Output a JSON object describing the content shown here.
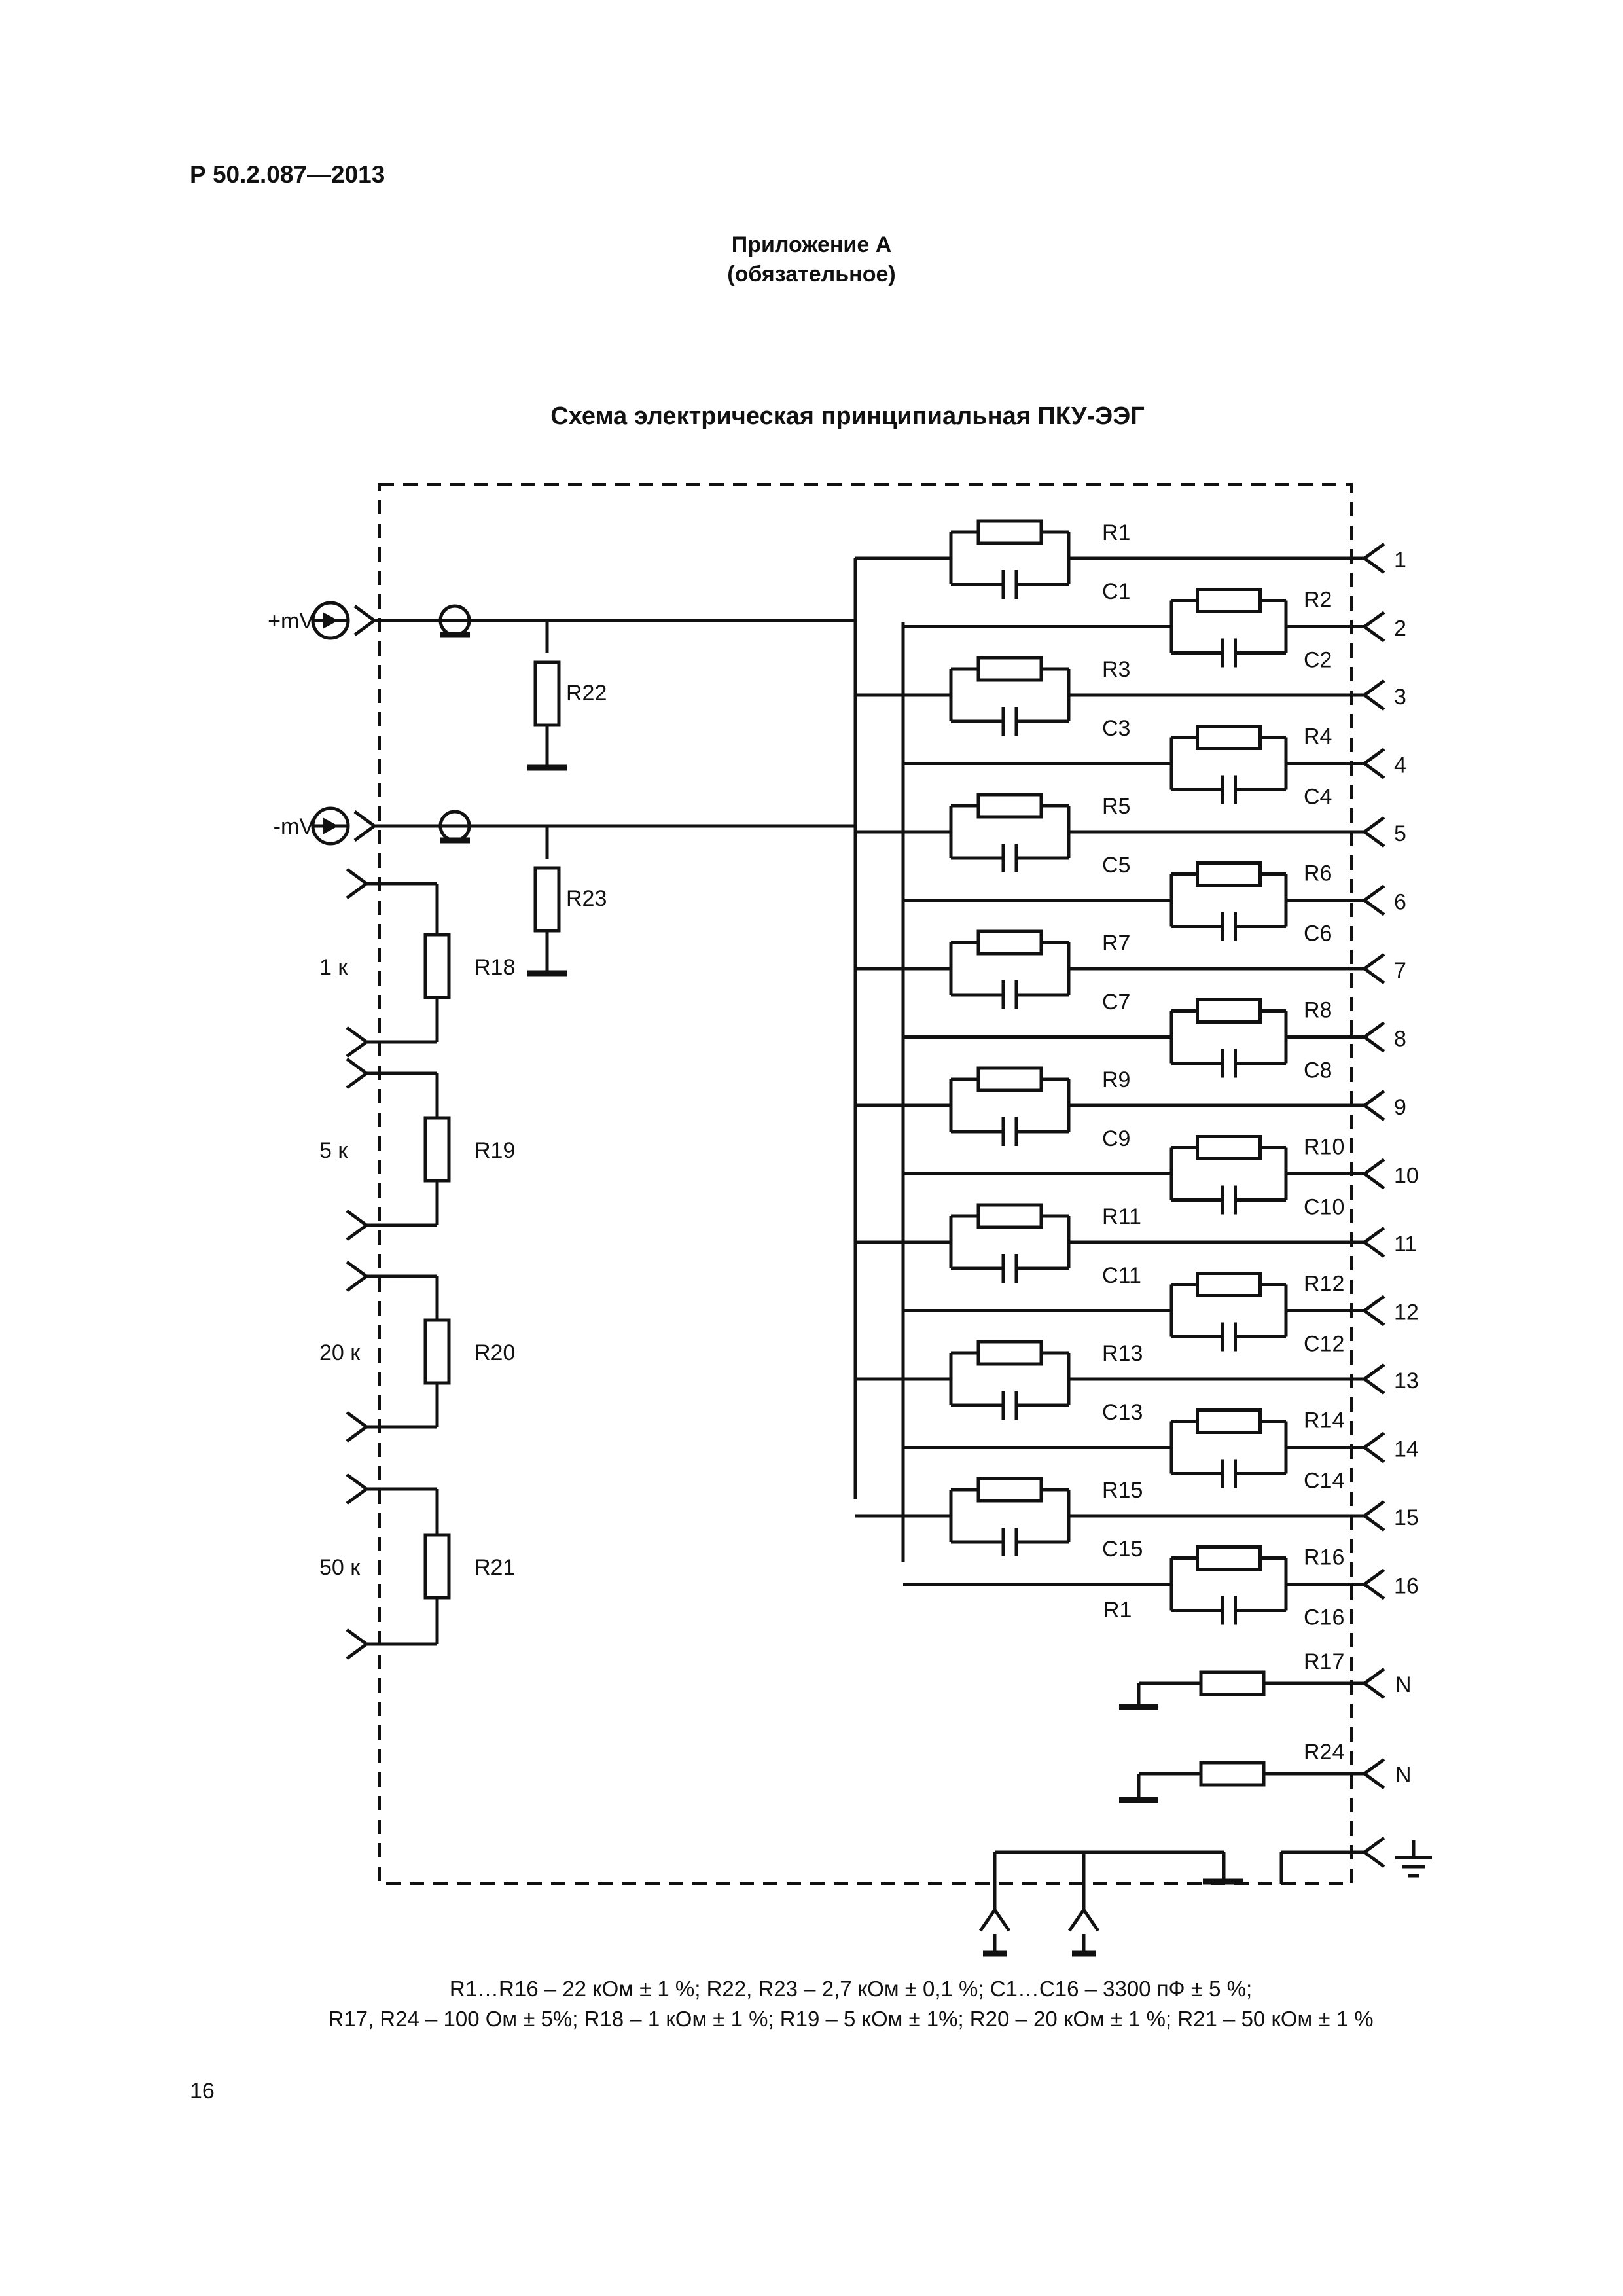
{
  "header": {
    "doc_number": "Р 50.2.087—2013"
  },
  "annex": {
    "title": "Приложение А",
    "status": "(обязательное)"
  },
  "scheme": {
    "title": "Схема электрическая принципиальная ПКУ-ЭЭГ",
    "inputs": {
      "plus": "+mV",
      "minus": "-mV"
    },
    "shunts": [
      "R22",
      "R23"
    ],
    "divider": [
      {
        "resistor": "R18",
        "value": "1 к"
      },
      {
        "resistor": "R19",
        "value": "5 к"
      },
      {
        "resistor": "R20",
        "value": "20 к"
      },
      {
        "resistor": "R21",
        "value": "50 к"
      }
    ],
    "channels": [
      {
        "r": "R1",
        "c": "C1",
        "out": "1"
      },
      {
        "r": "R2",
        "c": "C2",
        "out": "2"
      },
      {
        "r": "R3",
        "c": "C3",
        "out": "3"
      },
      {
        "r": "R4",
        "c": "C4",
        "out": "4"
      },
      {
        "r": "R5",
        "c": "C5",
        "out": "5"
      },
      {
        "r": "R6",
        "c": "C6",
        "out": "6"
      },
      {
        "r": "R7",
        "c": "C7",
        "out": "7"
      },
      {
        "r": "R8",
        "c": "C8",
        "out": "8"
      },
      {
        "r": "R9",
        "c": "C9",
        "out": "9"
      },
      {
        "r": "R10",
        "c": "C10",
        "out": "10"
      },
      {
        "r": "R11",
        "c": "C11",
        "out": "11"
      },
      {
        "r": "R12",
        "c": "C12",
        "out": "12"
      },
      {
        "r": "R13",
        "c": "C13",
        "out": "13"
      },
      {
        "r": "R14",
        "c": "C14",
        "out": "14"
      },
      {
        "r": "R15",
        "c": "C15",
        "out": "15"
      },
      {
        "r": "R16",
        "c": "C16",
        "out": "16"
      }
    ],
    "extra_label": "R1",
    "neutral": [
      {
        "resistor": "R17",
        "out": "N"
      },
      {
        "resistor": "R24",
        "out": "N"
      }
    ]
  },
  "notes": {
    "line1": "R1…R16 – 22 кОм ± 1 %; R22, R23 – 2,7 кОм ± 0,1 %; C1…C16 – 3300 пФ ± 5 %;",
    "line2": "R17, R24 – 100 Ом ± 5%; R18 – 1 кОм ± 1 %; R19 – 5 кОм ± 1%; R20 – 20 кОм ± 1 %; R21 – 50 кОм ± 1 %"
  },
  "footer": {
    "page_number": "16"
  }
}
